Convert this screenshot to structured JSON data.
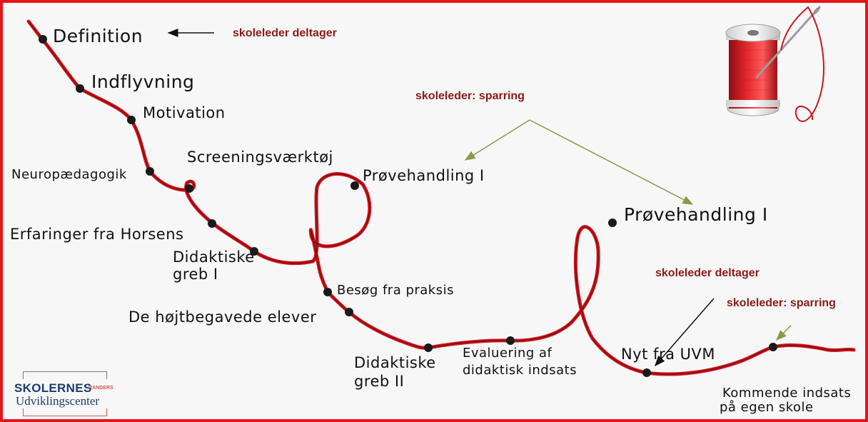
{
  "stations": {
    "definition": "Definition",
    "indflyvning": "Indflyvning",
    "motivation": "Motivation",
    "screening": "Screeningsværktøj",
    "neuro": "Neuropædagogik",
    "horsens": "Erfaringer fra Horsens",
    "didaktiske1_line1": "Didaktiske",
    "didaktiske1_line2": "greb I",
    "provehandling1": "Prøvehandling I",
    "besog": "Besøg fra praksis",
    "hojtbegavede": "De højtbegavede elever",
    "didaktiske2_line1": "Didaktiske",
    "didaktiske2_line2": "greb II",
    "evaluering_line1": "Evaluering af",
    "evaluering_line2": "didaktisk indsats",
    "provehandling2": "Prøvehandling I",
    "nyt_uvm": "Nyt fra UVM",
    "kommende_line1": "Kommende indsats",
    "kommende_line2": "på egen skole"
  },
  "notes": {
    "deltager_top": "skoleleder deltager",
    "sparring_mid": "skoleleder: sparring",
    "deltager_right": "skoleleder deltager",
    "sparring_right": "skoleleder: sparring"
  },
  "logo": {
    "main": "SKOLERNES",
    "sub": "RANDERS",
    "line2": "Udviklingscenter"
  },
  "colors": {
    "thread": "#d0141b",
    "frame": "#e3151b",
    "note_text": "#8b1a1a",
    "sparring_arrow": "#8a9a4a",
    "logo_blue": "#1f3b6b"
  },
  "icons": [
    "thread-spool-icon",
    "needle-icon"
  ]
}
